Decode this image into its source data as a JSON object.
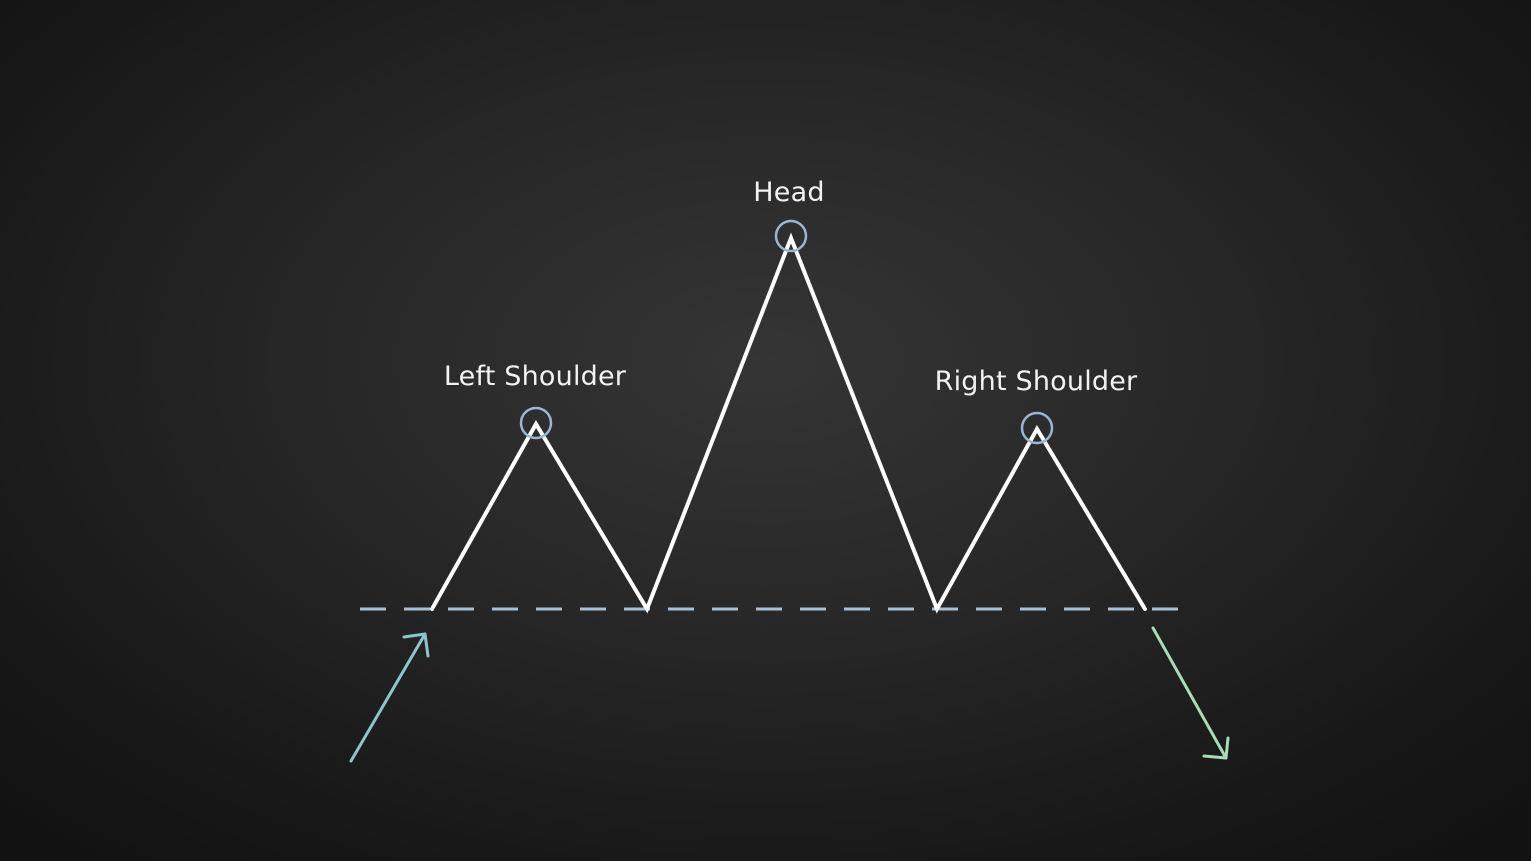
{
  "labels": {
    "left_shoulder": "Left Shoulder",
    "head": "Head",
    "right_shoulder": "Right Shoulder"
  },
  "colors": {
    "price_line": "#ffffff",
    "neckline": "#a9bfd6",
    "peak_marker": "#9ab6d4",
    "arrow_in": "#8cc5cc",
    "arrow_out": "#a9dcb4"
  }
}
